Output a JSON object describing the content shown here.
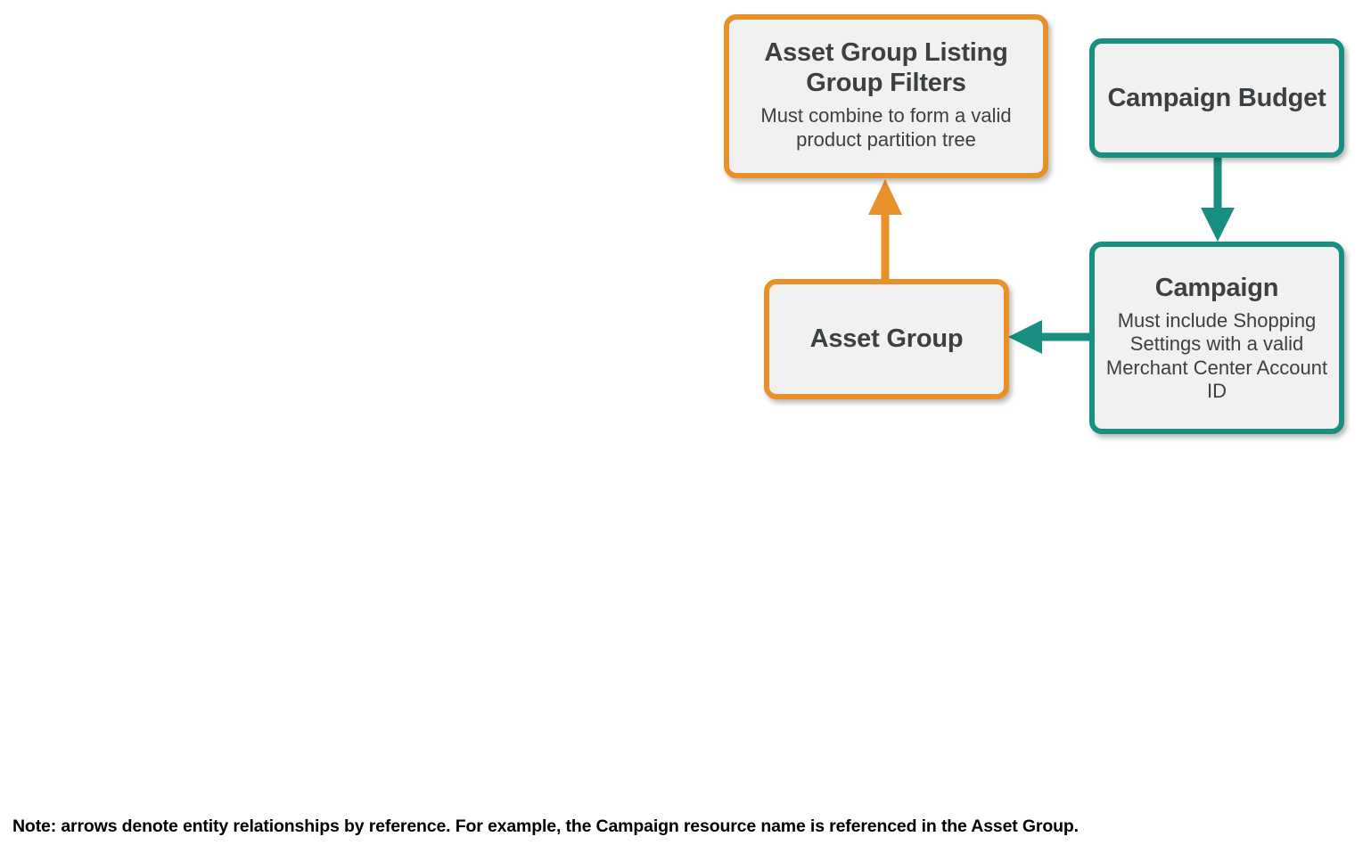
{
  "diagram": {
    "type": "entity-relationship",
    "colors": {
      "orange": "#E8912A",
      "teal": "#188F80",
      "node_fill": "#F1F1F1",
      "text": "#3C4043",
      "note_text": "#000000",
      "background": "#FFFFFF"
    },
    "nodes": [
      {
        "id": "asset-group-listing-group-filters",
        "title": "Asset Group Listing Group Filters",
        "subtitle": "Must combine to form a valid product partition tree",
        "color": "orange"
      },
      {
        "id": "campaign-budget",
        "title": "Campaign Budget",
        "subtitle": "",
        "color": "teal"
      },
      {
        "id": "asset-group",
        "title": "Asset Group",
        "subtitle": "",
        "color": "orange"
      },
      {
        "id": "campaign",
        "title": "Campaign",
        "subtitle": "Must include Shopping Settings with a valid Merchant Center Account ID",
        "color": "teal"
      }
    ],
    "edges": [
      {
        "id": "asset-group-to-listing-group-filters",
        "from": "asset-group",
        "to": "asset-group-listing-group-filters",
        "color": "orange",
        "direction": "up"
      },
      {
        "id": "campaign-budget-to-campaign",
        "from": "campaign-budget",
        "to": "campaign",
        "color": "teal",
        "direction": "down"
      },
      {
        "id": "campaign-to-asset-group",
        "from": "campaign",
        "to": "asset-group",
        "color": "teal",
        "direction": "left"
      }
    ],
    "note": "Note: arrows denote entity relationships by reference. For example, the Campaign resource name is referenced in the Asset Group."
  }
}
